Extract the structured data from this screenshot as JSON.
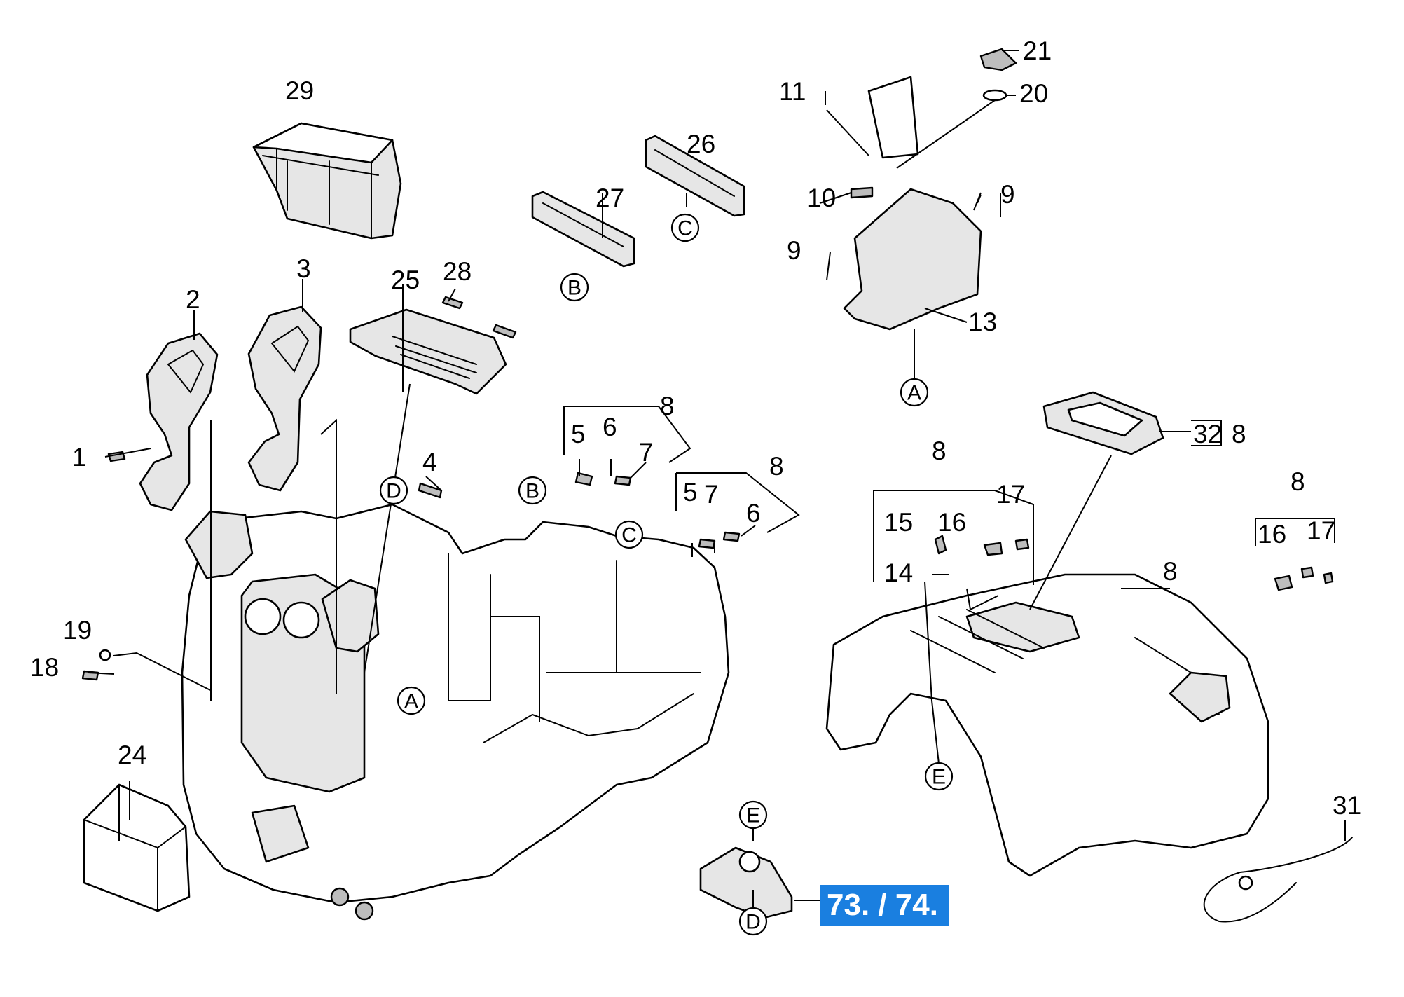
{
  "callouts": {
    "c1": "1",
    "c2": "2",
    "c3": "3",
    "c4": "4",
    "c5a": "5",
    "c5b": "5",
    "c6a": "6",
    "c6b": "6",
    "c7a": "7",
    "c7b": "7",
    "c8a": "8",
    "c8b": "8",
    "c8c": "8",
    "c8d": "8",
    "c8e": "8",
    "c8f": "8",
    "c9a": "9",
    "c9b": "9",
    "c10": "10",
    "c11": "11",
    "c13": "13",
    "c14": "14",
    "c15": "15",
    "c16a": "16",
    "c16b": "16",
    "c17a": "17",
    "c17b": "17",
    "c18": "18",
    "c19": "19",
    "c20": "20",
    "c21": "21",
    "c24": "24",
    "c25": "25",
    "c26": "26",
    "c27": "27",
    "c28": "28",
    "c29": "29",
    "c31": "31",
    "c32": "32"
  },
  "connectors": {
    "a_top": "A",
    "a_body": "A",
    "b_top": "B",
    "b_body": "B",
    "c_top": "C",
    "c_body": "C",
    "d_body": "D",
    "d_bottom": "D",
    "e_hood": "E",
    "e_bottom": "E"
  },
  "highlight": {
    "label": "73. / 74.",
    "color": "#1a7fe0"
  }
}
